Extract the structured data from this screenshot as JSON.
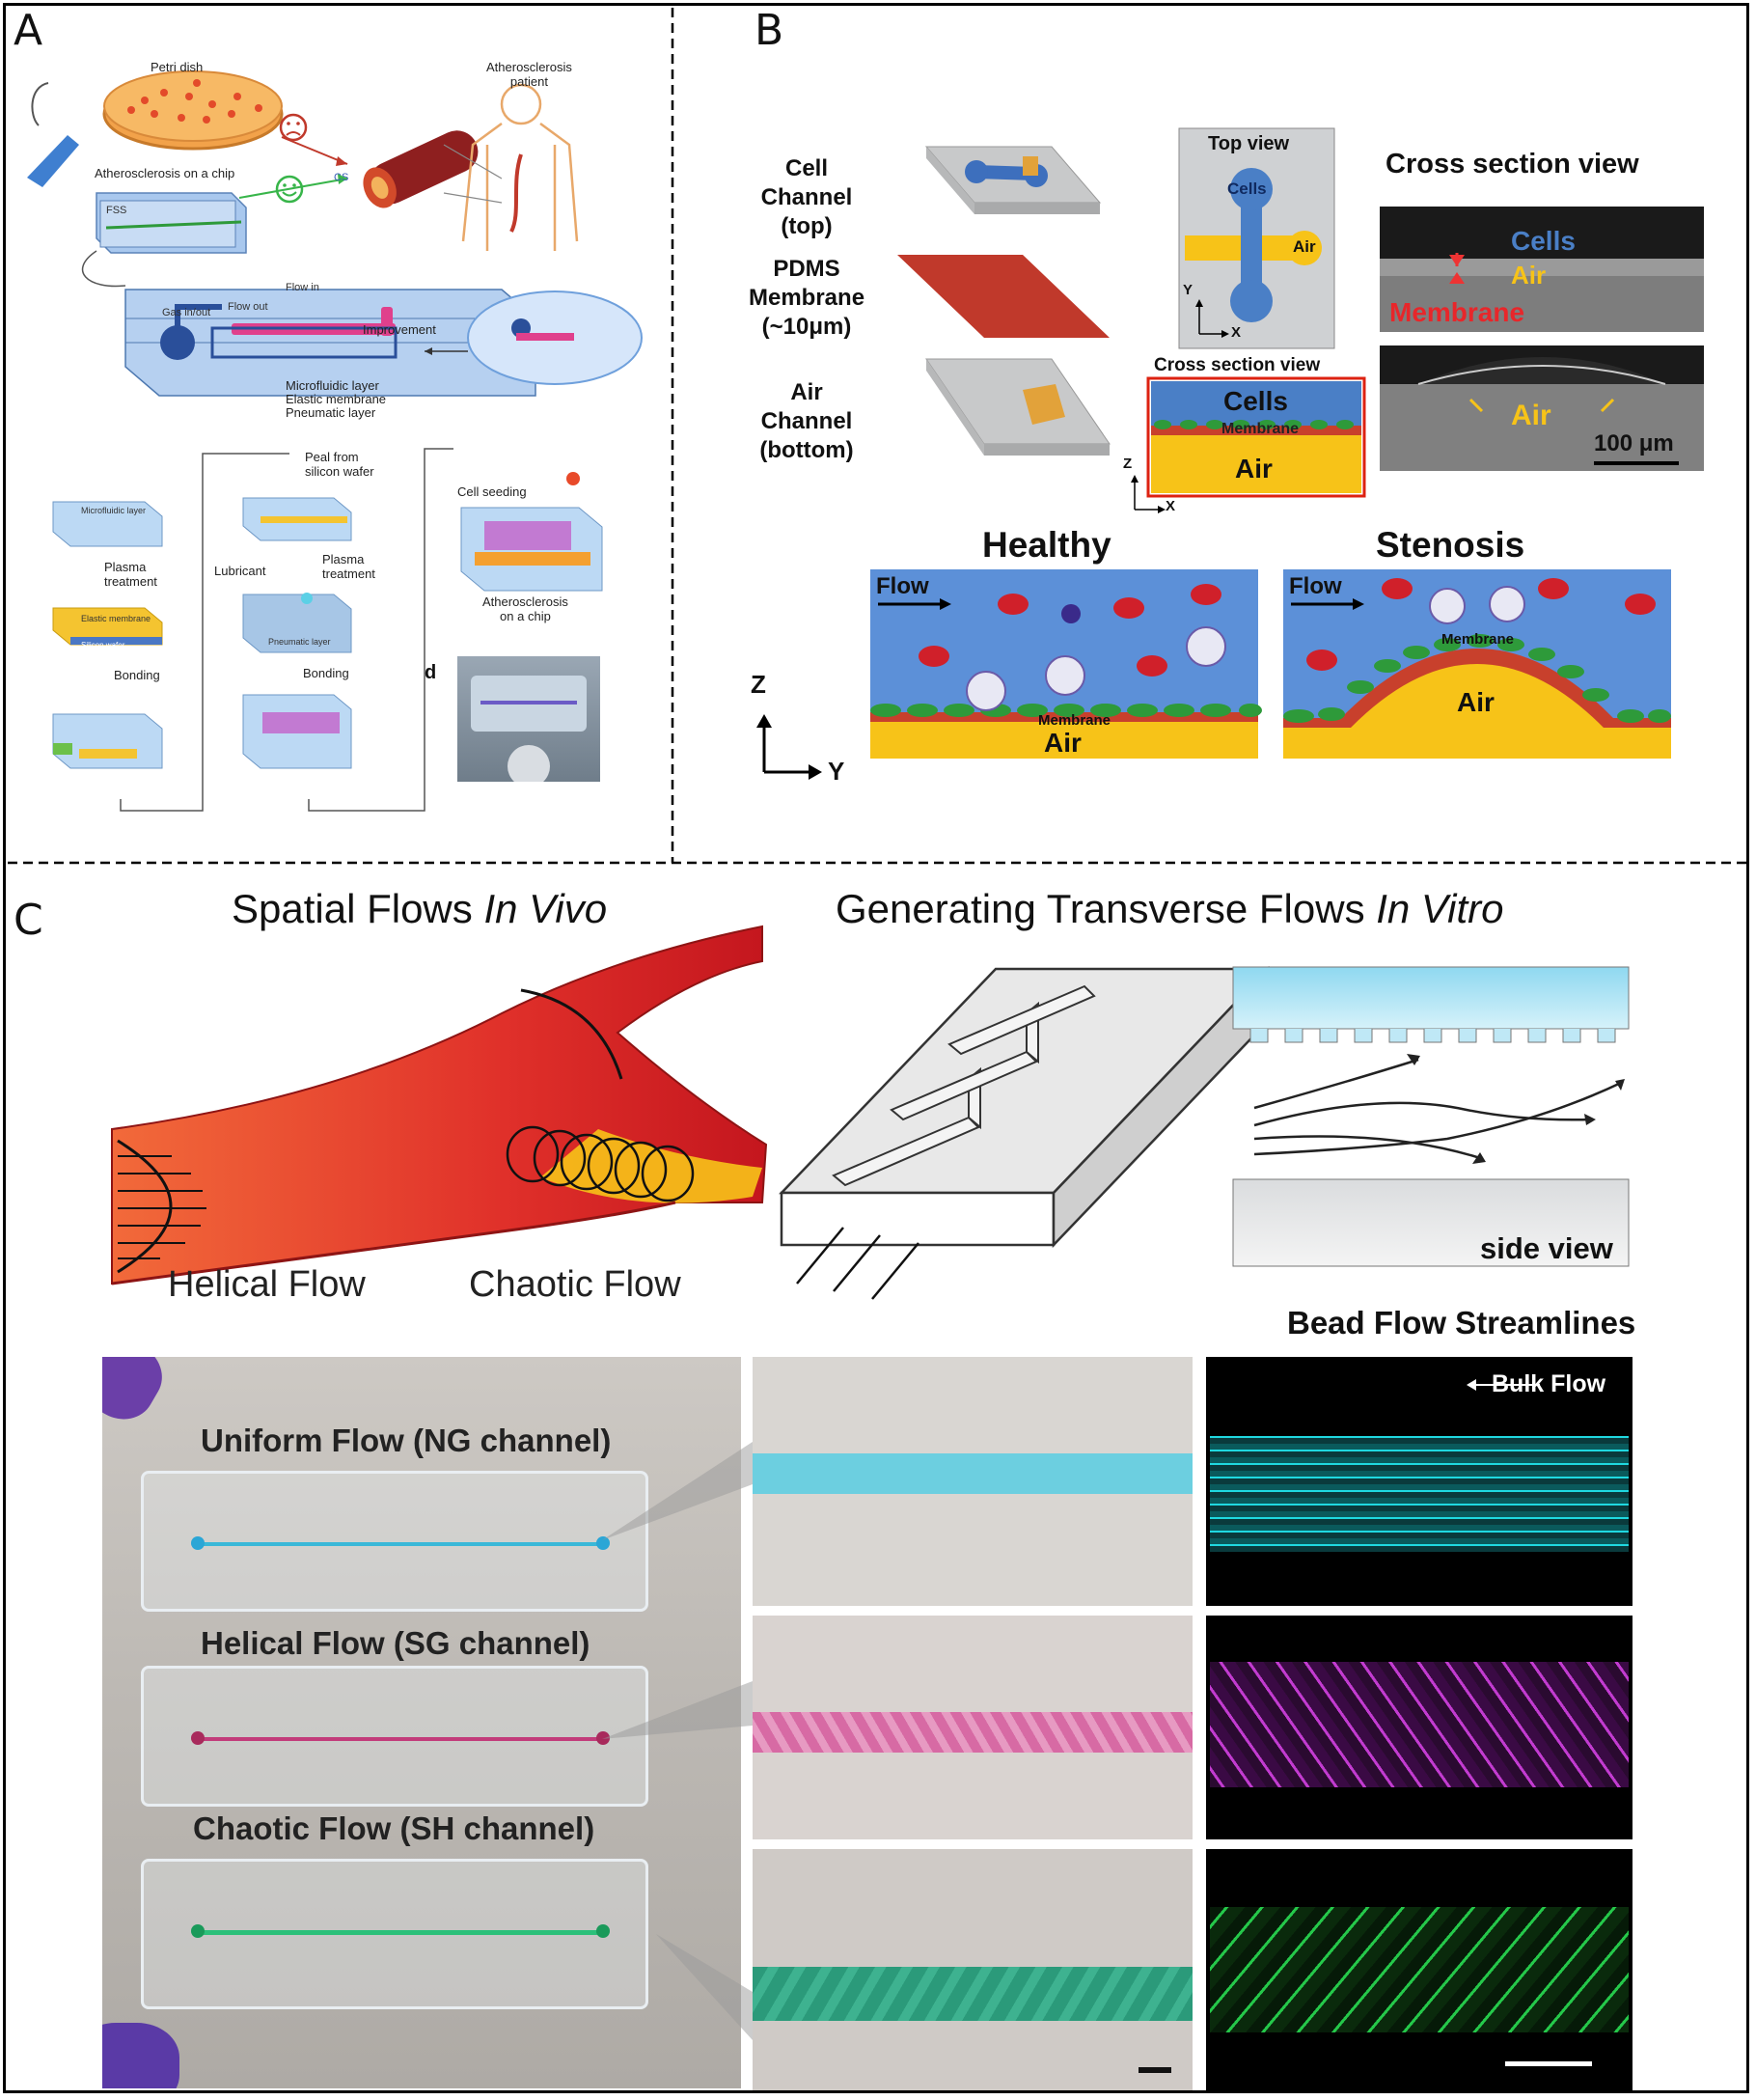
{
  "panels": {
    "a": "A",
    "b": "B",
    "c": "C"
  },
  "panel_a": {
    "petri_dish": "Petri dish",
    "patient": "Atherosclerosis\npatient",
    "chip_title": "Atherosclerosis on a chip",
    "fss": "FSS",
    "cs": "CS",
    "flow_in": "Flow in",
    "gas_inout": "Gas in/out",
    "flow_out": "Flow out",
    "improvement": "Improvement",
    "layer_microfluidic": "Microfluidic layer",
    "layer_elastic": "Elastic membrane",
    "layer_pneumatic": "Pneumatic layer",
    "step_microfluidic": "Microfluidic layer",
    "step_plasma": "Plasma\ntreatment",
    "step_elastic": "Elastic membrane",
    "step_silicon": "Silicon wafer",
    "step_bonding": "Bonding",
    "step_peal": "Peal from\nsilicon wafer",
    "step_lubricant": "Lubricant",
    "step_plasma2": "Plasma\ntreatment",
    "step_pneumatic": "Pneumatic layer",
    "step_bonding2": "Bonding",
    "cell_seeding": "Cell seeding",
    "chip_label": "Atherosclerosis\non a chip",
    "d_label": "d"
  },
  "panel_b": {
    "cell_channel": "Cell\nChannel\n(top)",
    "pdms": "PDMS\nMembrane\n(~10μm)",
    "air_channel": "Air\nChannel\n(bottom)",
    "top_view": "Top view",
    "cells": "Cells",
    "air": "Air",
    "cross_section_small": "Cross section view",
    "cross_section_big": "Cross section view",
    "membrane": "Membrane",
    "scale": "100 μm",
    "healthy": "Healthy",
    "stenosis": "Stenosis",
    "flow": "Flow",
    "axis_y": "Y",
    "axis_x": "X",
    "axis_z": "Z"
  },
  "panel_c": {
    "title_left_plain": "Spatial Flows ",
    "title_left_italic": "In Vivo",
    "title_right_plain": "Generating Transverse Flows ",
    "title_right_italic": "In Vitro",
    "helical": "Helical Flow",
    "chaotic": "Chaotic Flow",
    "side_view": "side view",
    "bead_title": "Bead Flow Streamlines",
    "bulk_flow": "Bulk Flow",
    "uniform_label": "Uniform Flow (NG channel)",
    "helical_label": "Helical Flow (SG channel)",
    "chaotic_label": "Chaotic Flow (SH channel)"
  },
  "colors": {
    "cells_blue": "#4a7fc6",
    "air_yellow": "#f7c318",
    "membrane_red": "#c8402c",
    "cyan": "#1fd8e0",
    "magenta": "#c23bd0",
    "green": "#25c84a"
  }
}
